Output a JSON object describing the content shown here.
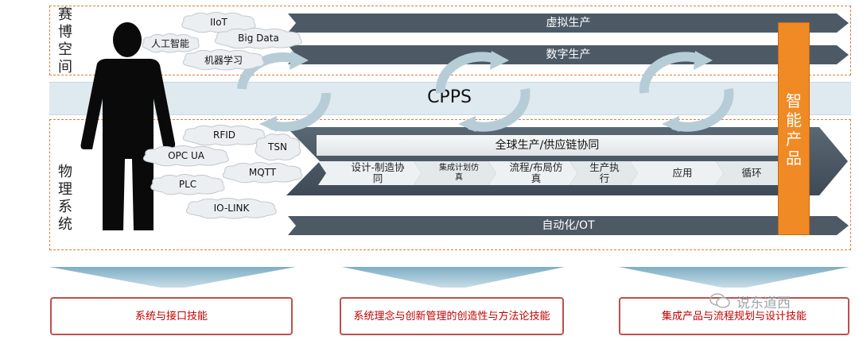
{
  "left_labels": {
    "cyber_space": "赛博空间",
    "physical_system": "物理系统"
  },
  "bars": {
    "virtual_production": "虚拟生产",
    "digital_production": "数字生产",
    "cpps": "CPPS",
    "global_production": "全球生产/供应链协同",
    "automation": "自动化/OT"
  },
  "smart_product": "智能产品",
  "stages": [
    {
      "label": "设计-制造协同"
    },
    {
      "label": "集成计划仿真"
    },
    {
      "label": "流程/布局仿真"
    },
    {
      "label": "生产执行"
    },
    {
      "label": "应用"
    },
    {
      "label": "循环"
    }
  ],
  "clouds_top": [
    "IIoT",
    "人工智能",
    "Big Data",
    "机器学习"
  ],
  "clouds_bottom": [
    "RFID",
    "TSN",
    "OPC UA",
    "MQTT",
    "PLC",
    "IO-LINK"
  ],
  "skills": [
    "系统与接口技能",
    "系统理念与创新管理的创造性与方法论技能",
    "集成产品与流程规划与设计技能"
  ],
  "watermark": "说东道西",
  "colors": {
    "dashed_border": "#e07b39",
    "dark_arrow": "#4d5a66",
    "cpps_band": "#dfeaf0",
    "smart_product": "#f08a24",
    "skill_border": "#c0504d",
    "skill_text": "#c00000"
  }
}
